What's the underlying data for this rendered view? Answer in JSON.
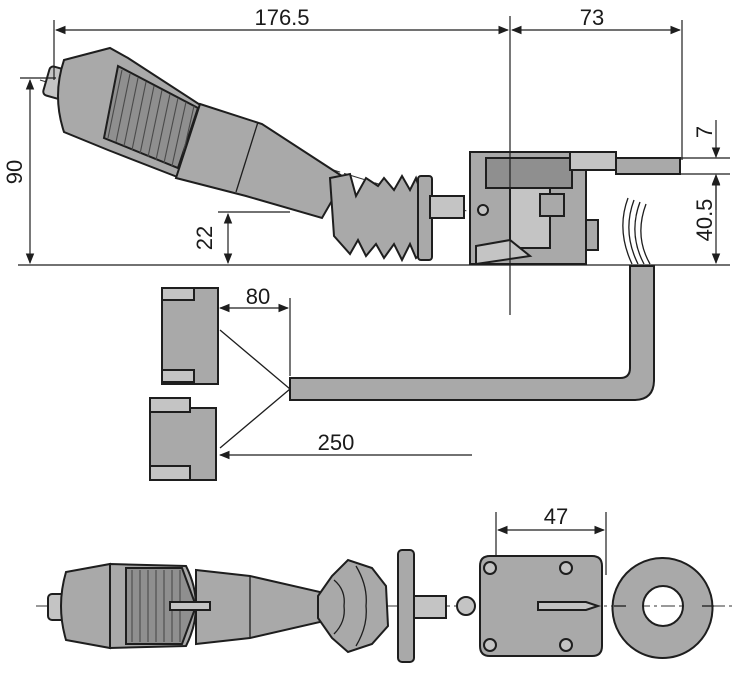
{
  "dimensions": {
    "overall_length": "176.5",
    "body_width": "73",
    "height": "90",
    "axis_height": "22",
    "top_offset": "7",
    "body_height": "40.5",
    "connector_spacing": "80",
    "cable_length": "250",
    "plate_width": "47"
  },
  "colors": {
    "part_fill": "#a9a9a9",
    "outline": "#1e1e1e"
  }
}
